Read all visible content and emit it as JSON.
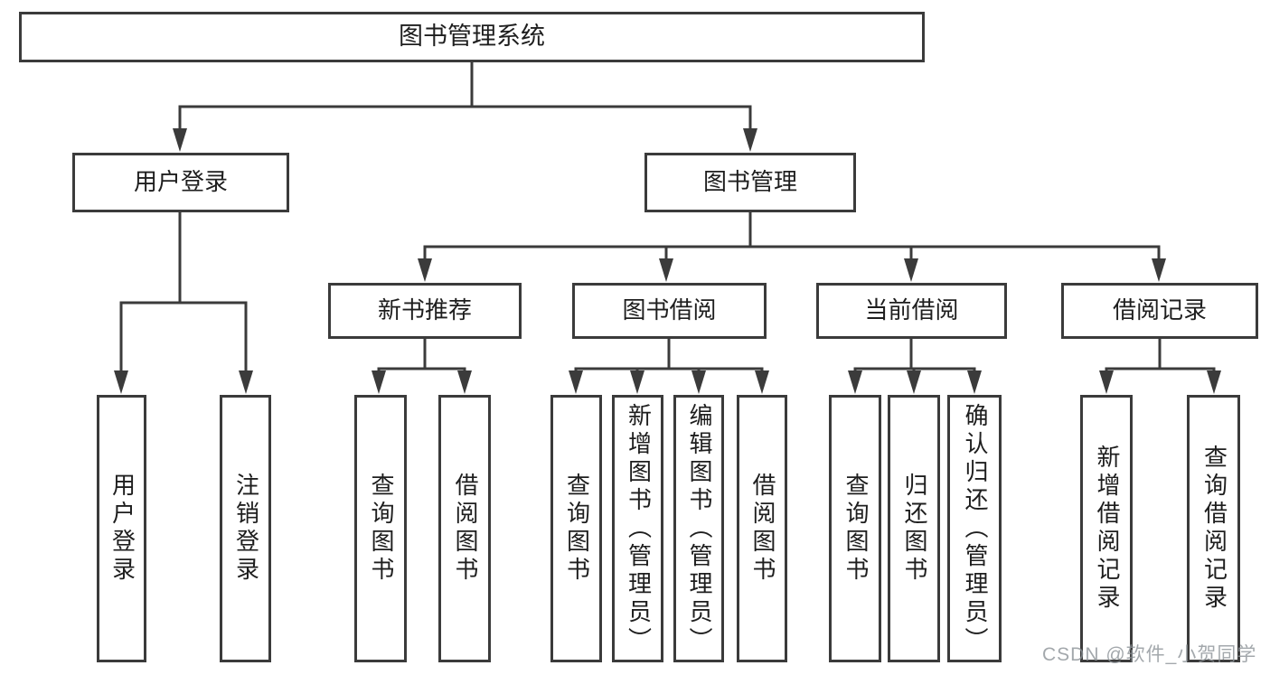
{
  "tree": {
    "root": {
      "label": "图书管理系统",
      "children": [
        {
          "label": "用户登录",
          "children": [
            {
              "label": "用户登录"
            },
            {
              "label": "注销登录"
            }
          ]
        },
        {
          "label": "图书管理",
          "children": [
            {
              "label": "新书推荐",
              "children": [
                {
                  "label": "查询图书"
                },
                {
                  "label": "借阅图书"
                }
              ]
            },
            {
              "label": "图书借阅",
              "children": [
                {
                  "label": "查询图书"
                },
                {
                  "label": "新增图书（管理员）"
                },
                {
                  "label": "编辑图书（管理员）"
                },
                {
                  "label": "借阅图书"
                }
              ]
            },
            {
              "label": "当前借阅",
              "children": [
                {
                  "label": "查询图书"
                },
                {
                  "label": "归还图书"
                },
                {
                  "label": "确认归还（管理员）"
                }
              ]
            },
            {
              "label": "借阅记录",
              "children": [
                {
                  "label": "新增借阅记录"
                },
                {
                  "label": "查询借阅记录"
                }
              ]
            }
          ]
        }
      ]
    }
  },
  "watermark": "CSDN @软件_小贺同学",
  "colors": {
    "line": "#3b3b3b",
    "text": "#1e1e1e",
    "background": "#ffffff",
    "watermark": "#8d9398"
  }
}
